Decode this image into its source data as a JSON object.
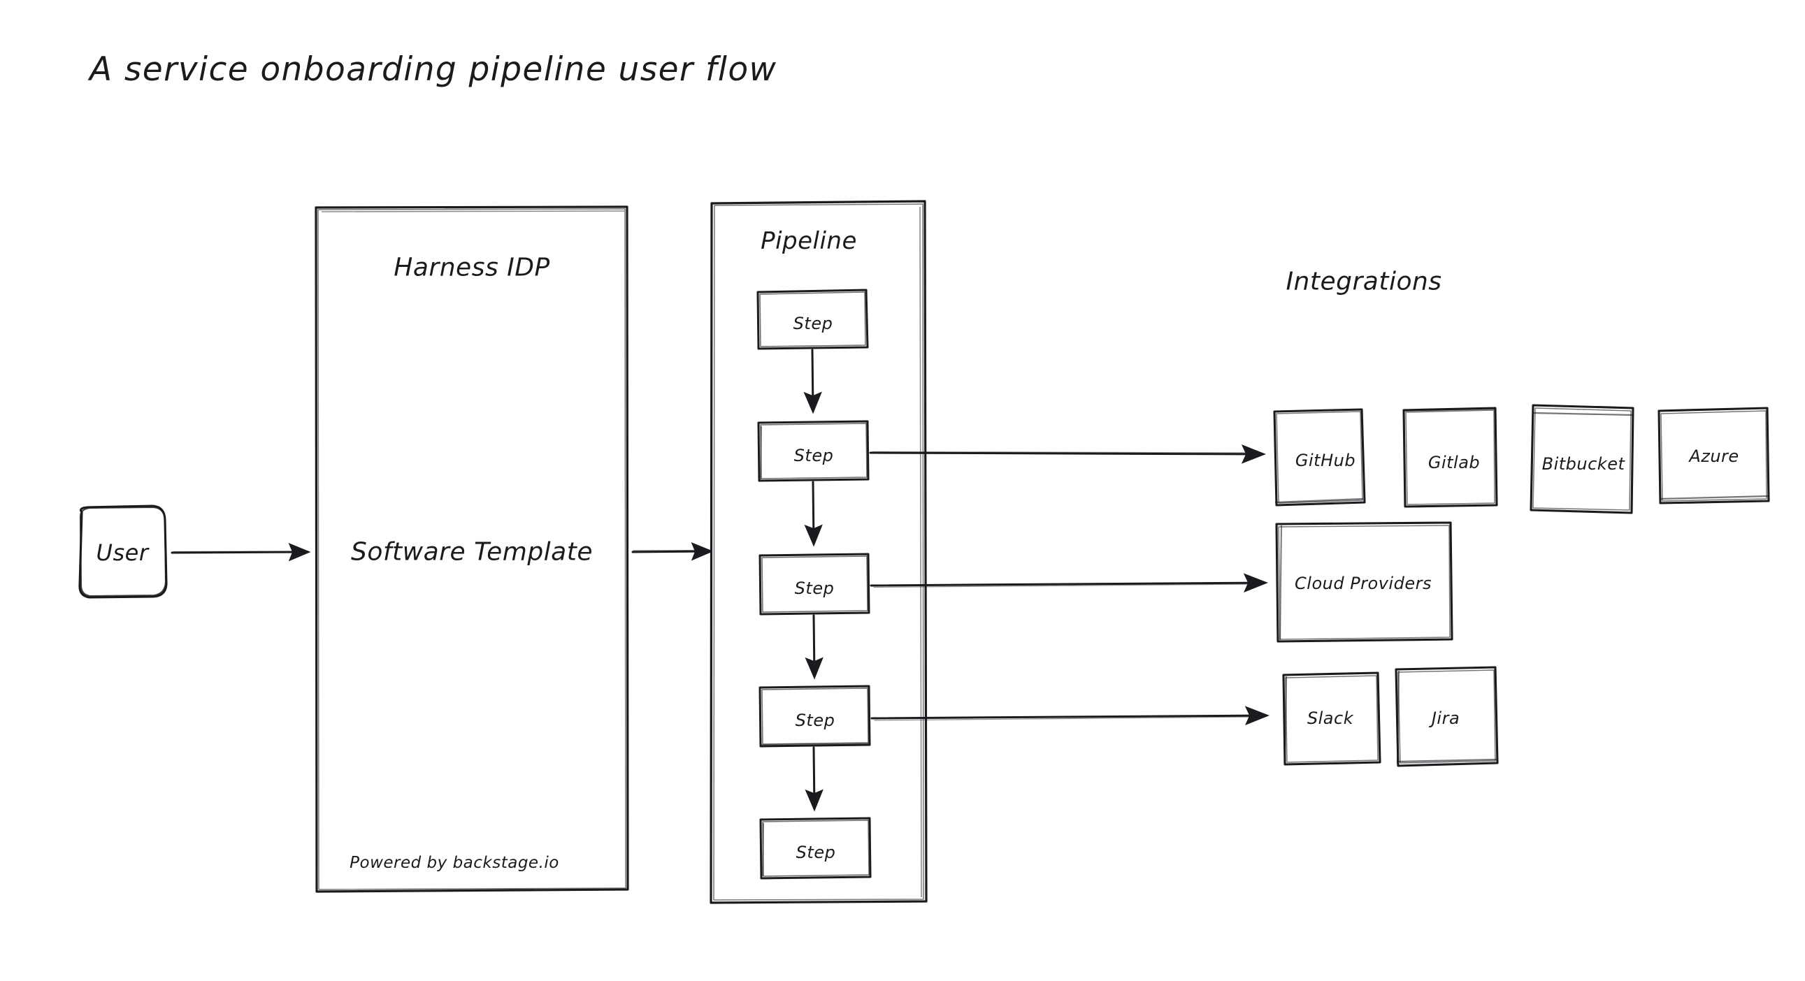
{
  "page": {
    "title": "A service onboarding pipeline user flow",
    "background_color": "#ffffff",
    "stroke_color": "#1b1b1f"
  },
  "diagram": {
    "type": "flowchart",
    "style": "hand-drawn",
    "actor": {
      "label": "User",
      "shape": "rounded-rectangle"
    },
    "idp_container": {
      "heading": "Harness IDP",
      "body_label": "Software Template",
      "footer_label": "Powered by backstage.io",
      "shape": "rectangle"
    },
    "pipeline_container": {
      "heading": "Pipeline",
      "shape": "rectangle",
      "steps": [
        {
          "id": "step-1",
          "label": "Step",
          "has_integration_arrow": false
        },
        {
          "id": "step-2",
          "label": "Step",
          "has_integration_arrow": true,
          "target": "GitHub"
        },
        {
          "id": "step-3",
          "label": "Step",
          "has_integration_arrow": true,
          "target": "Cloud Providers"
        },
        {
          "id": "step-4",
          "label": "Step",
          "has_integration_arrow": true,
          "target": "Slack"
        },
        {
          "id": "step-5",
          "label": "Step",
          "has_integration_arrow": false
        }
      ]
    },
    "integrations": {
      "heading": "Integrations",
      "rows": [
        {
          "id": "scm-row",
          "items": [
            {
              "id": "github",
              "label": "GitHub"
            },
            {
              "id": "gitlab",
              "label": "Gitlab"
            },
            {
              "id": "bitbucket",
              "label": "Bitbucket"
            },
            {
              "id": "azure",
              "label": "Azure"
            }
          ]
        },
        {
          "id": "cloud-row",
          "items": [
            {
              "id": "cloud-providers",
              "label": "Cloud Providers"
            }
          ]
        },
        {
          "id": "collab-row",
          "items": [
            {
              "id": "slack",
              "label": "Slack"
            },
            {
              "id": "jira",
              "label": "Jira"
            }
          ]
        }
      ]
    },
    "connections": [
      {
        "from": "User",
        "to": "Harness IDP",
        "kind": "arrow"
      },
      {
        "from": "Software Template",
        "to": "Pipeline",
        "kind": "arrow"
      },
      {
        "from": "Step",
        "to": "GitHub",
        "kind": "arrow"
      },
      {
        "from": "Step",
        "to": "Cloud Providers",
        "kind": "arrow"
      },
      {
        "from": "Step",
        "to": "Slack",
        "kind": "arrow"
      },
      {
        "from": "Step",
        "to": "Step",
        "kind": "arrow-vertical"
      }
    ]
  }
}
